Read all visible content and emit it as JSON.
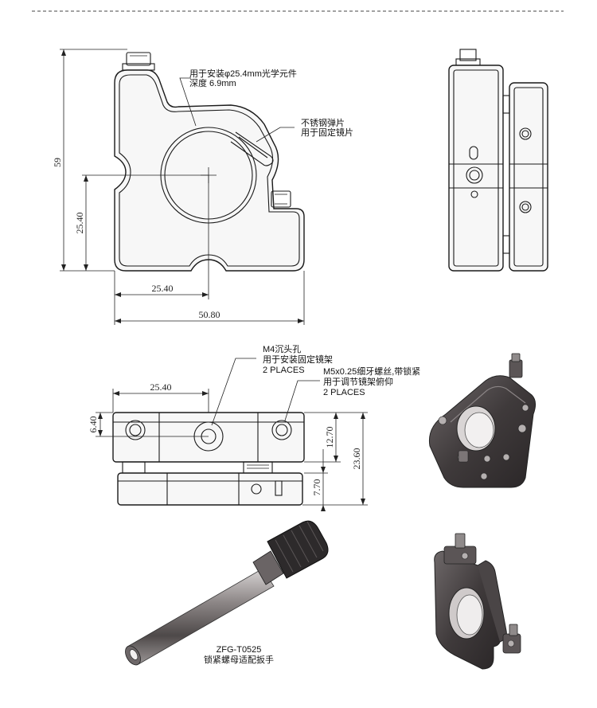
{
  "dimensions": {
    "front_height": "59",
    "front_left_center": "25.40",
    "front_bottom_center": "25.40",
    "front_width": "50.80",
    "top_spacing": "25.40",
    "top_offset": "6.40",
    "top_h1": "12.70",
    "top_h2": "23.60",
    "top_h3": "7.70"
  },
  "notes": {
    "optic_mount": [
      "用于安装φ25.4mm光学元件",
      "深度 6.9mm"
    ],
    "spring": [
      "不锈钢弹片",
      "用于固定镜片"
    ],
    "counterbore": [
      "M4沉头孔",
      "用于安装固定镜架",
      "2 PLACES"
    ],
    "screw": [
      "M5x0.25细牙螺丝,带锁紧",
      "用于调节镜架俯仰",
      "2 PLACES"
    ],
    "wrench": [
      "ZFG-T0525",
      "锁紧螺母适配扳手"
    ]
  },
  "colors": {
    "line": "#1a1a1a",
    "metal_dark": "#3a3637",
    "metal_mid": "#6b6566",
    "metal_light": "#a9a4a4"
  }
}
